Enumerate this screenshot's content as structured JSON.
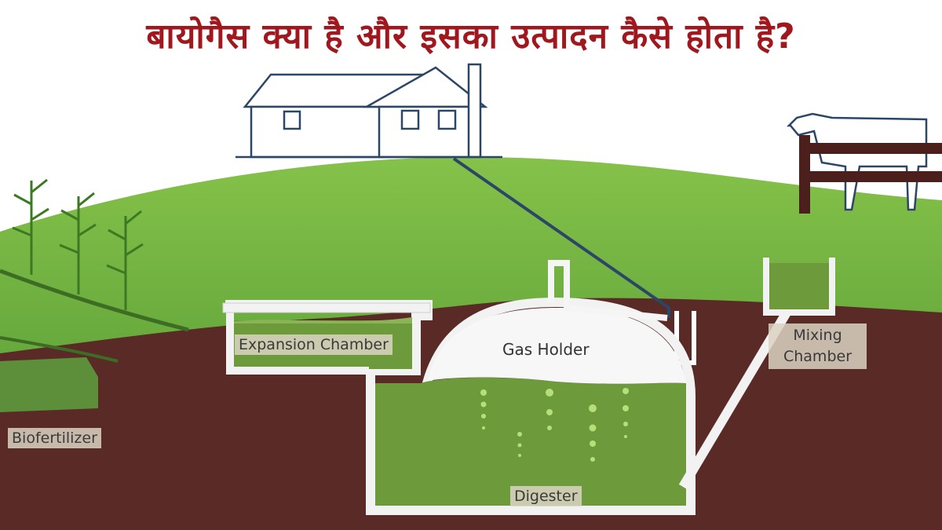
{
  "title": "बायोगैस क्या है और इसका उत्पादन कैसे होता है?",
  "labels": {
    "expansion_chamber": "Expansion Chamber",
    "gas_holder": "Gas Holder",
    "mixing_chamber": "Mixing Chamber",
    "biofertilizer": "Biofertilizer",
    "digester": "Digester"
  },
  "colors": {
    "title": "#a0181e",
    "grass_light": "#7cbf3f",
    "grass_dark": "#4f9a2c",
    "soil": "#5a2a27",
    "slurry": "#6d9b3c",
    "outline": "#2b4666"
  }
}
